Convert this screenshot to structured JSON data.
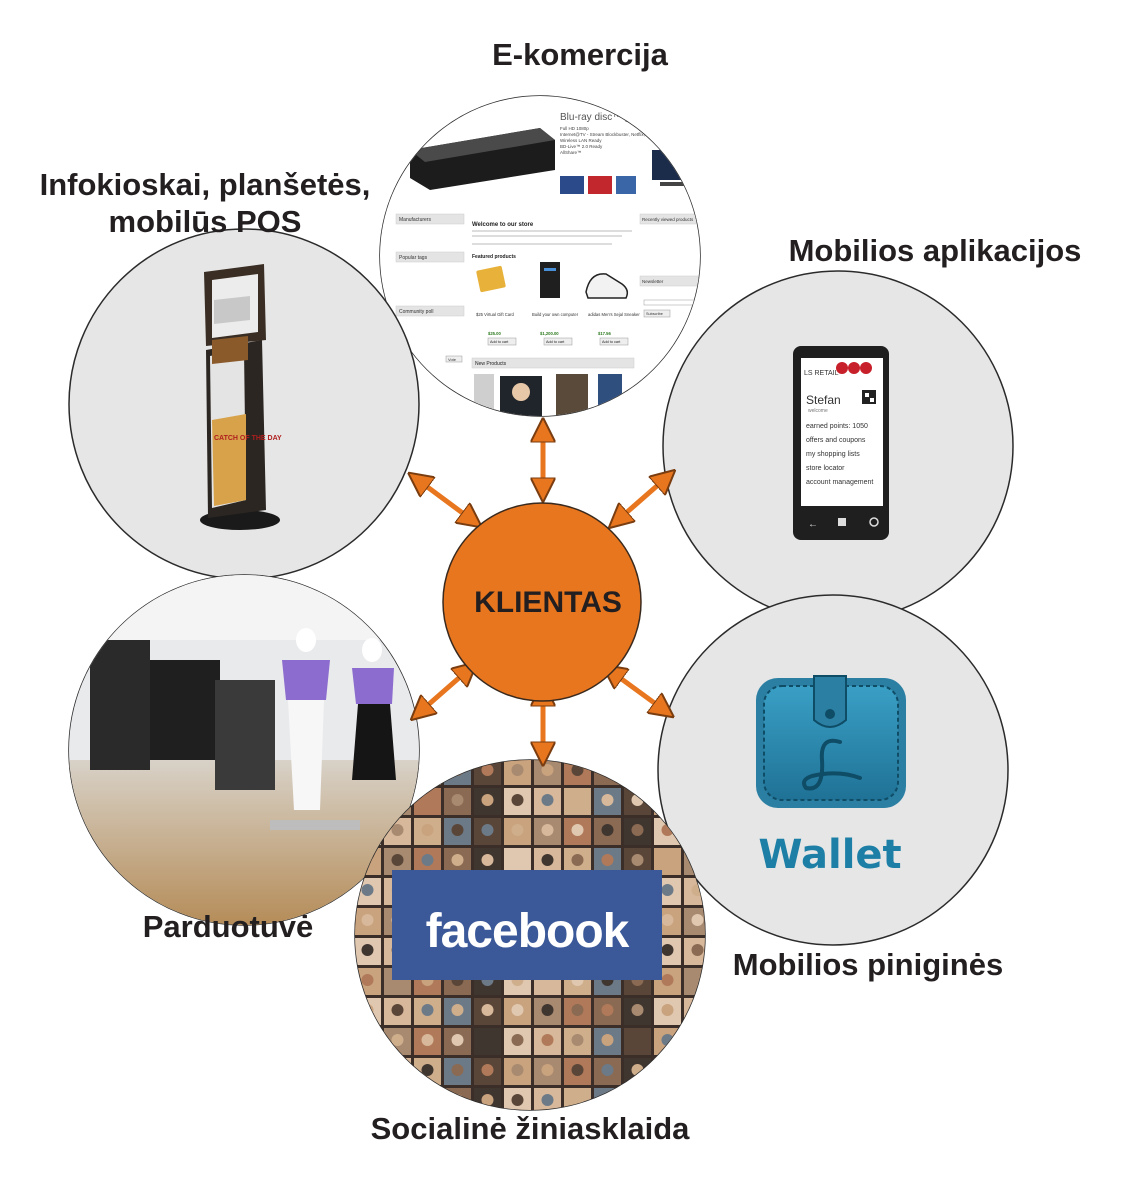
{
  "center": {
    "label": "KLIENTAS",
    "color": "#e8761e"
  },
  "channels": {
    "ecommerce": {
      "label": "E-komercija"
    },
    "kiosks": {
      "label_line1": "Infokioskai, planšetės,",
      "label_line2": "mobilūs POS"
    },
    "mobile_apps": {
      "label": "Mobilios aplikacijos"
    },
    "store": {
      "label": "Parduotuvė"
    },
    "wallets": {
      "label": "Mobilios piniginės"
    },
    "social": {
      "label": "Socialinė žiniasklaida"
    }
  },
  "ecommerce_screen": {
    "banner_title": "Blu-ray disc™ player",
    "banner_bullets": [
      "Full HD 1080p",
      "Internet@TV - Stream Blockbuster, Netflix, YouTube",
      "Wireless LAN Ready",
      "BD-Live™ 2.0 Ready",
      "AllShare™"
    ],
    "welcome_heading": "Welcome to our store",
    "featured_heading": "Featured products",
    "new_products_heading": "New Products",
    "side_manufacturers": "Manufacturers",
    "side_popular": "Popular tags",
    "side_poll": "Community poll",
    "side_recent": "Recently viewed products",
    "side_newsletter": "Newsletter",
    "products": [
      {
        "name": "$25 Virtual Gift Card",
        "price": "$25.00"
      },
      {
        "name": "Build your own computer",
        "price": "$1,200.00"
      },
      {
        "name": "adidas Men's Sejal Sneaker",
        "price": "$17.56"
      }
    ],
    "add_to_cart": "Add to cart",
    "subscribe": "Subscribe",
    "vote": "Vote"
  },
  "phone_screen": {
    "brand": "LS RETAIL",
    "user": "Stefan",
    "subtitle": "welcome",
    "menu": [
      "earned points: 1050",
      "offers and coupons",
      "my shopping lists",
      "store locator",
      "account management"
    ]
  },
  "kiosk": {
    "poster_text": "CATCH OF THE DAY"
  },
  "wallet": {
    "label": "Wallet",
    "color": "#1d7fa6"
  },
  "social_banner": {
    "label": "facebook",
    "color": "#3b5998"
  },
  "colors": {
    "circle_fill": "#e6e6e6",
    "circle_stroke": "#2b2b2b",
    "arrow": "#e8761e"
  }
}
